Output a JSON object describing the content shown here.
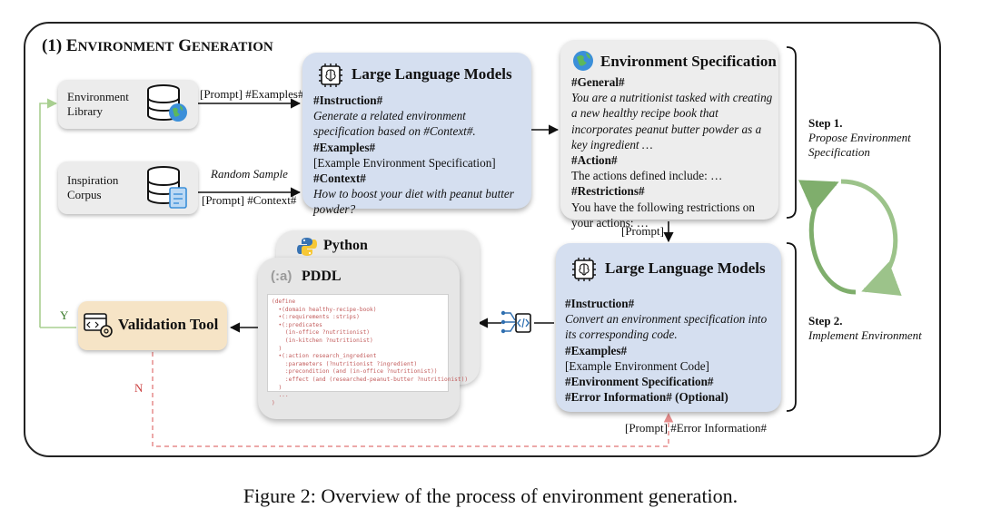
{
  "section_title": {
    "num": "(1) ",
    "word1_first": "E",
    "word1_rest": "NVIRONMENT",
    "word2_first": "G",
    "word2_rest": "ENERATION"
  },
  "env_library": {
    "line1": "Environment",
    "line2": "Library"
  },
  "inspiration": {
    "line1": "Inspiration",
    "line2": "Corpus"
  },
  "arrow_labels": {
    "prompt_examples": "[Prompt] #Examples#",
    "random_sample": "Random Sample",
    "prompt_context": "[Prompt] #Context#",
    "prompt_down": "[Prompt]",
    "prompt_error": "[Prompt]  #Error Information#",
    "yes": "Y",
    "no": "N"
  },
  "llm_top": {
    "title": "Large Language Models",
    "instruction_tag": "#Instruction#",
    "instruction_text": "Generate a related environment specification based on #Context#.",
    "examples_tag": "#Examples#",
    "examples_text": "[Example Environment Specification]",
    "context_tag": "#Context#",
    "context_text": "How to boost your diet with peanut butter powder?"
  },
  "env_spec": {
    "title": "Environment Specification",
    "general_tag": "#General#",
    "general_text": "You are a nutritionist tasked with creating a new healthy recipe book that incorporates peanut butter powder as a key ingredient …",
    "action_tag": "#Action#",
    "action_text": "The actions defined include: …",
    "restrictions_tag": "#Restrictions#",
    "restrictions_text": "You have the following restrictions on your actions: …"
  },
  "steps": {
    "step1_label": "Step 1.",
    "step1_desc": "Propose Environment Specification",
    "step2_label": "Step 2.",
    "step2_desc": "Implement Environment"
  },
  "llm_bottom": {
    "title": "Large Language Models",
    "instruction_tag": "#Instruction#",
    "instruction_text": "Convert an environment specification into its corresponding code.",
    "examples_tag": "#Examples#",
    "examples_text": "[Example Environment Code]",
    "spec_tag": "#Environment Specification#",
    "error_tag": "#Error Information# (Optional)"
  },
  "code_cards": {
    "python_title": "Python",
    "pddl_title": "PDDL",
    "pddl_logo": "(:a)",
    "pddl_code": "(define\n  •(domain healthy-recipe-book)\n  •(:requirements :strips)\n  •(:predicates\n    (in-office ?nutritionist)\n    (in-kitchen ?nutritionist)\n  )\n  •(:action research_ingredient\n    :parameters (?nutritionist ?ingredient)\n    :precondition (and (in-office ?nutritionist))\n    :effect (and (researched-peanut-butter ?nutritionist))\n  )\n  ...\n)"
  },
  "validation": {
    "label": "Validation Tool"
  },
  "caption": "Figure 2: Overview of the process of environment generation."
}
